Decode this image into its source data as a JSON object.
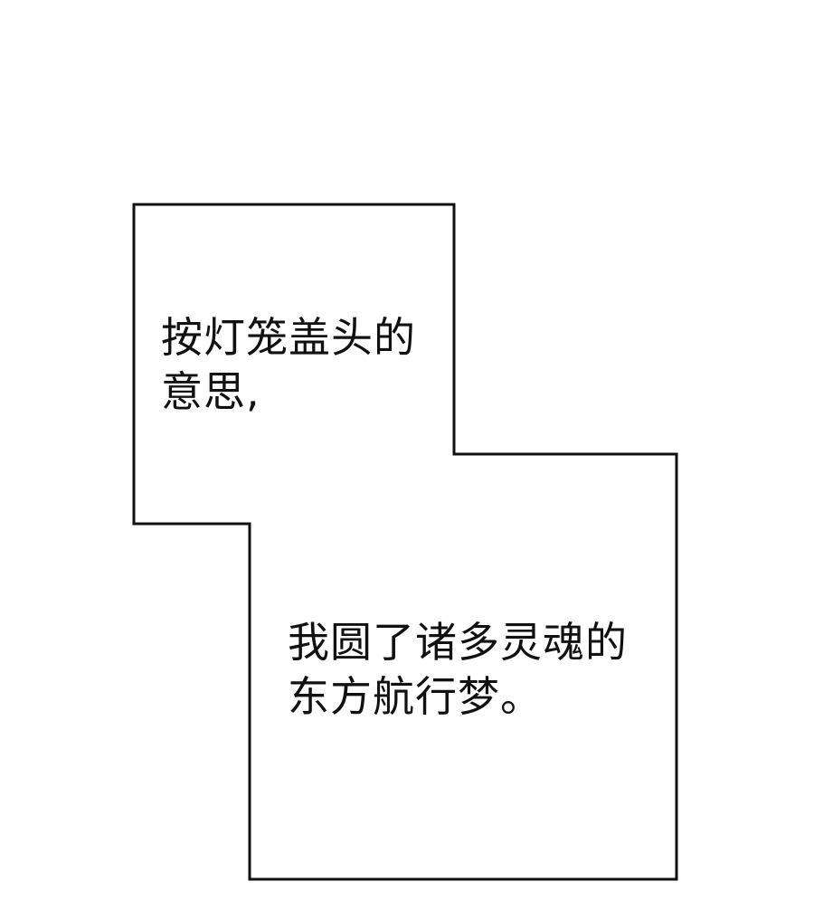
{
  "panel": {
    "border_color": "#111111",
    "background_color": "#ffffff"
  },
  "captions": [
    {
      "lines": [
        "按灯笼盖头的",
        "意思,"
      ]
    },
    {
      "lines": [
        "我圆了诸多灵魂的",
        "东方航行梦。"
      ]
    }
  ]
}
